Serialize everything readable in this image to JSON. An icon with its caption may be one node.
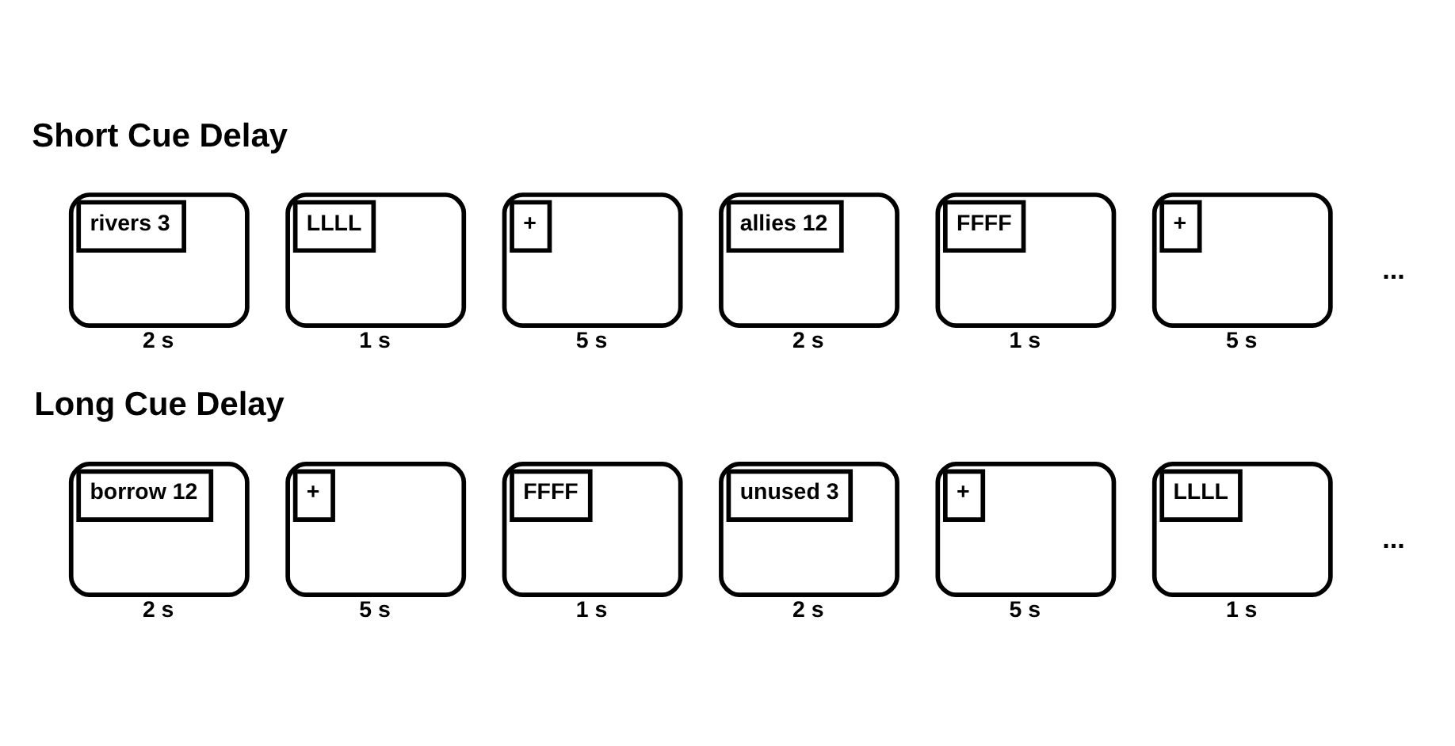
{
  "diagram": {
    "nodes": [
      {
        "text": [
          "rivers 3"
        ],
        "beside": [
          "2 s"
        ]
      },
      {
        "text": [
          "LLLL"
        ],
        "beside": [
          "1 s"
        ]
      },
      {
        "text": [
          "+"
        ],
        "beside": [
          "5 s"
        ]
      },
      {
        "text": [
          "allies 12"
        ],
        "beside": [
          "2 s"
        ]
      },
      {
        "text": [
          "FFFF"
        ],
        "beside": [
          "1 s"
        ]
      },
      {
        "text": [
          "+"
        ],
        "beside": [
          "5 s"
        ]
      },
      {
        "text": [
          "borrow 12"
        ],
        "beside": [
          "2 s"
        ]
      },
      {
        "text": [
          "+"
        ],
        "beside": [
          "5 s"
        ]
      },
      {
        "text": [
          "FFFF"
        ],
        "beside": [
          "1 s"
        ]
      },
      {
        "text": [
          "unused 3"
        ],
        "beside": [
          "2 s"
        ]
      },
      {
        "text": [
          "+"
        ],
        "beside": [
          "5 s"
        ]
      },
      {
        "text": [
          "LLLL"
        ],
        "beside": [
          "1 s"
        ]
      }
    ],
    "edges": [],
    "labels": [
      "Short Cue Delay",
      "...",
      "Long Cue Delay",
      "..."
    ]
  }
}
